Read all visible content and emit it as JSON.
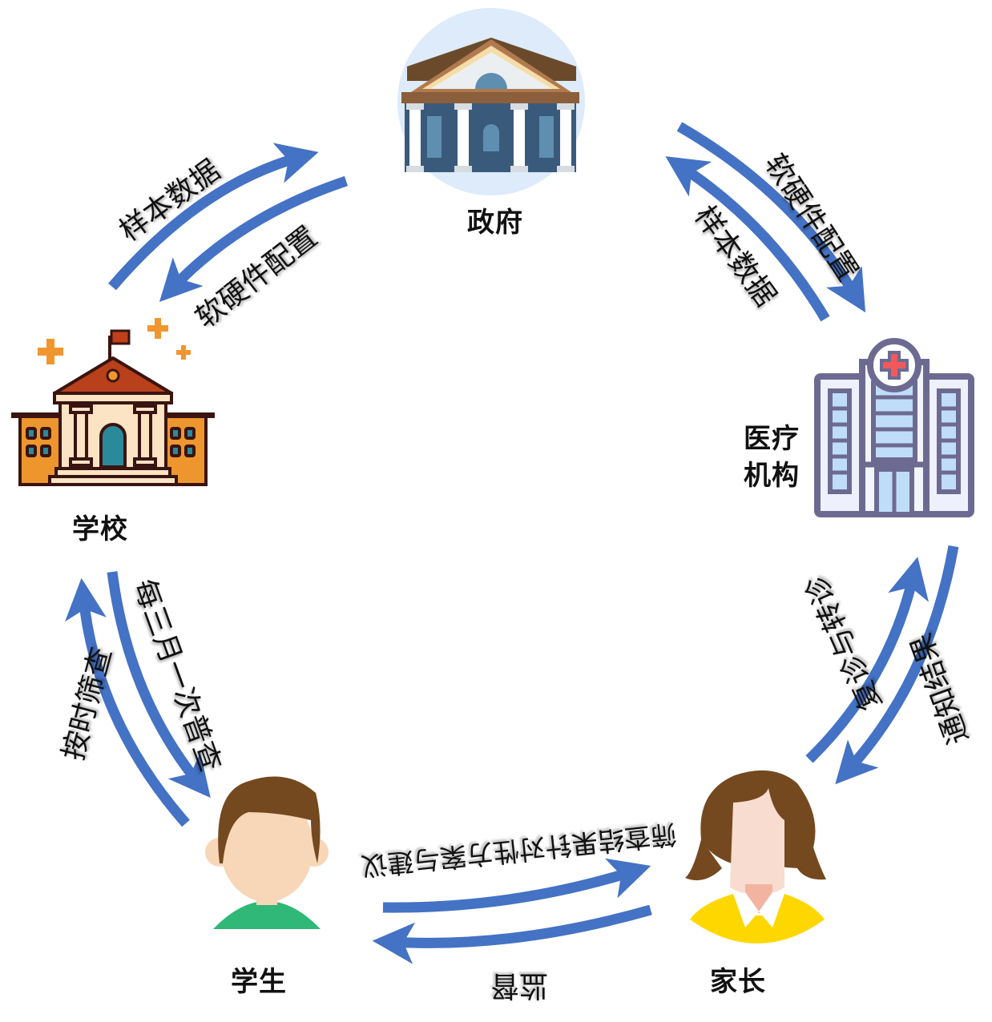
{
  "diagram": {
    "type": "cycle-flow",
    "arrow_color": "#4472C4",
    "nodes": {
      "government": {
        "label": "政府",
        "icon": "government-building-icon"
      },
      "medical": {
        "label_line1": "医疗",
        "label_line2": "机构",
        "icon": "hospital-icon"
      },
      "parent": {
        "label": "家长",
        "icon": "parent-avatar-icon"
      },
      "student": {
        "label": "学生",
        "icon": "student-avatar-icon"
      },
      "school": {
        "label": "学校",
        "icon": "school-building-icon"
      }
    },
    "edges": {
      "school_to_government": {
        "label": "样本数据",
        "from": "学校",
        "to": "政府"
      },
      "government_to_school": {
        "label": "软硬件配置",
        "from": "政府",
        "to": "学校"
      },
      "government_to_medical": {
        "label": "软硬件配置",
        "from": "政府",
        "to": "医疗机构"
      },
      "medical_to_government": {
        "label": "样本数据",
        "from": "医疗机构",
        "to": "政府"
      },
      "parent_to_medical": {
        "label": "复诊与转诊",
        "from": "家长",
        "to": "医疗机构"
      },
      "medical_to_parent": {
        "label": "通知结果",
        "from": "医疗机构",
        "to": "家长"
      },
      "student_to_parent": {
        "label": "筛查结果针对性方案与建议",
        "from": "学生",
        "to": "家长"
      },
      "parent_to_student": {
        "label": "监督",
        "from": "家长",
        "to": "学生"
      },
      "student_to_school": {
        "label": "按时筛查",
        "from": "学生",
        "to": "学校"
      },
      "school_to_student": {
        "label": "每三月一次普查",
        "from": "学校",
        "to": "学生"
      }
    }
  }
}
